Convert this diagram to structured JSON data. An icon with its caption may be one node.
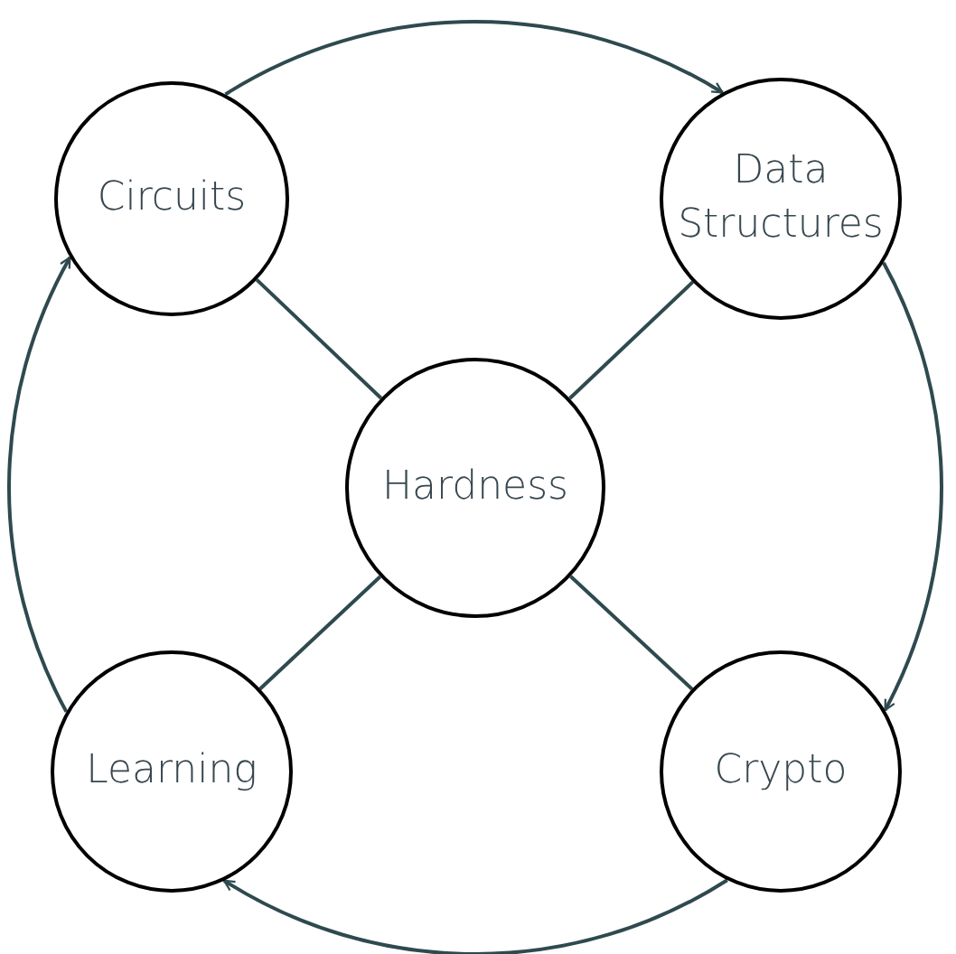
{
  "diagram": {
    "nodes": [
      {
        "text": [
          "Circuits"
        ]
      },
      {
        "text": [
          "Data Structures"
        ]
      },
      {
        "text": [
          "Hardness"
        ]
      },
      {
        "text": [
          "Learning"
        ]
      },
      {
        "text": [
          "Crypto"
        ]
      }
    ],
    "edges": [
      {
        "from": 0,
        "to": 1,
        "arrow": "to"
      },
      {
        "from": 1,
        "to": 4,
        "arrow": "to"
      },
      {
        "from": 4,
        "to": 3,
        "arrow": "to"
      },
      {
        "from": 3,
        "to": 0,
        "arrow": "to"
      },
      {
        "from": 2,
        "to": 0,
        "arrow": "none"
      },
      {
        "from": 2,
        "to": 1,
        "arrow": "none"
      },
      {
        "from": 2,
        "to": 3,
        "arrow": "none"
      },
      {
        "from": 2,
        "to": 4,
        "arrow": "none"
      }
    ]
  }
}
